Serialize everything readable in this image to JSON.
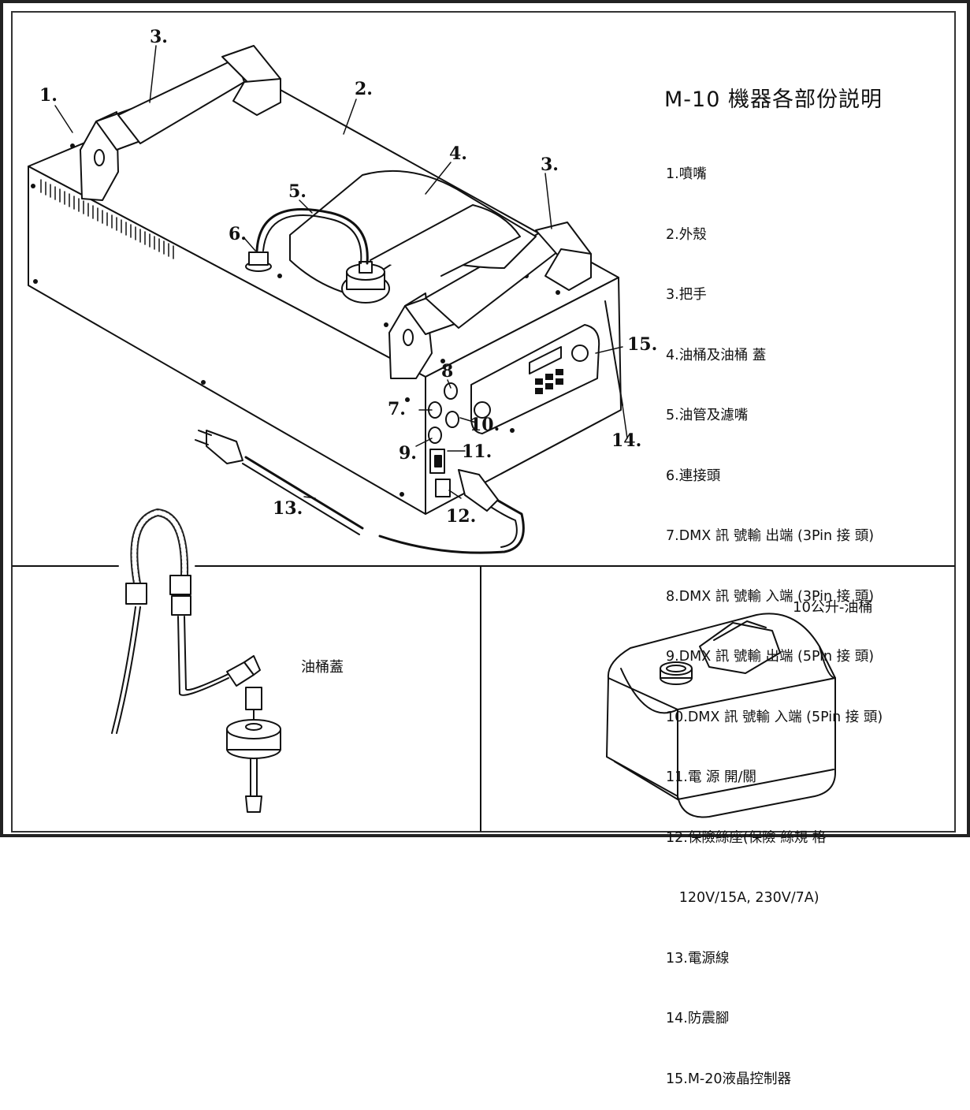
{
  "title": "M-10 機器各部份説明",
  "parts": [
    "1.噴嘴",
    "2.外殼",
    "3.把手",
    "4.油桶及油桶 蓋",
    "5.油管及濾嘴",
    "6.連接頭",
    "7.DMX 訊 號輸 出端 (3Pin 接 頭)",
    "8.DMX 訊 號輸 入端 (3Pin 接 頭)",
    "9.DMX 訊 號輸 出端 (5Pin 接 頭)",
    "10.DMX 訊 號輸 入端 (5Pin 接 頭)",
    "11.電 源 開/關",
    "12.保險絲座(保險 絲規 格",
    "   120V/15A, 230V/7A)",
    "13.電源線",
    "14.防震腳",
    "15.M-20液晶控制器"
  ],
  "callouts": {
    "c1": "1.",
    "c2": "2.",
    "c3a": "3.",
    "c3b": "3.",
    "c4": "4.",
    "c5": "5.",
    "c6": "6.",
    "c7": "7.",
    "c8": "8",
    "c9": "9.",
    "c10": "10.",
    "c11": "11.",
    "c12": "12.",
    "c13": "13.",
    "c14": "14.",
    "c15": "15."
  },
  "captions": {
    "tank_cap": "油桶蓋",
    "tank": "10公升-油桶"
  }
}
